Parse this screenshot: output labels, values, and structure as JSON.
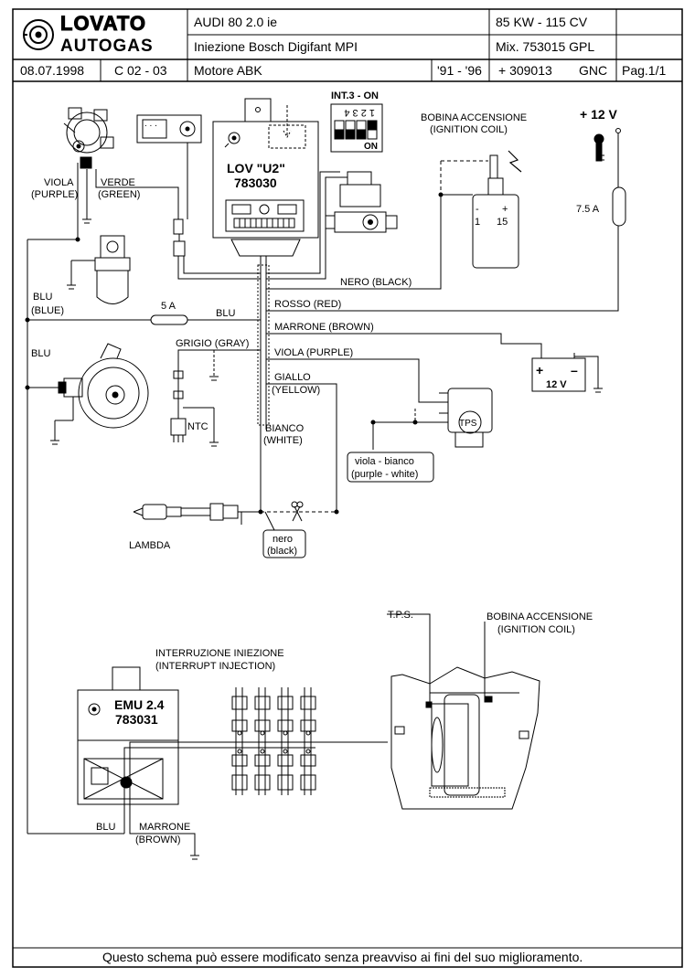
{
  "header": {
    "brand_line1": "LOVATO",
    "brand_line2": "AUTOGAS",
    "car": "AUDI 80  2.0  ie",
    "injection": "Iniezione Bosch Digifant    MPI",
    "engine": "Motore   ABK",
    "power": "85 KW - 115 CV",
    "mix": "Mix. 753015 GPL",
    "date": "08.07.1998",
    "code": "C 02 - 03",
    "years": "'91 - '96",
    "part": "+ 309013",
    "kit": "GNC",
    "page": "Pag.1/1"
  },
  "components": {
    "ecu_name": "LOV \"U2\"",
    "ecu_code": "783030",
    "dip_title": "INT.3 - ON",
    "dip_numbers": "1 2 3 4",
    "dip_on": "ON",
    "coil_title": "BOBINA ACCENSIONE",
    "coil_title_en": "(IGNITION COIL)",
    "coil_t1": "1",
    "coil_t15": "15",
    "coil_minus": "-",
    "coil_plus": "+",
    "plus12": "+ 12 V",
    "fuse_75": "7.5 A",
    "fuse_5": "5 A",
    "battery_v": "12 V",
    "battery_plus": "+",
    "battery_minus": "–",
    "tps": "TPS",
    "ntc": "NTC",
    "lambda": "LAMBDA",
    "emu_name": "EMU 2.4",
    "emu_code": "783031",
    "interrupt": "INTERRUZIONE INIEZIONE",
    "interrupt_en": "(INTERRUPT INJECTION)",
    "tps_short": "T.P.S.",
    "coil2_title": "BOBINA ACCENSIONE",
    "coil2_title_en": "(IGNITION COIL)"
  },
  "wires": {
    "viola": "VIOLA",
    "viola_en": "(PURPLE)",
    "verde": "VERDE",
    "verde_en": "(GREEN)",
    "blu_it": "BLU",
    "blu_en": "(BLUE)",
    "blu": "BLU",
    "blu_mid": "BLU",
    "nero": "NERO (BLACK)",
    "rosso": "ROSSO (RED)",
    "marrone": "MARRONE (BROWN)",
    "grigio": "GRIGIO (GRAY)",
    "viola2": "VIOLA (PURPLE)",
    "giallo": "GIALLO",
    "giallo_en": "(YELLOW)",
    "bianco": "BIANCO",
    "bianco_en": "(WHITE)",
    "viola_bianco": "viola - bianco",
    "viola_bianco_en": "(purple - white)",
    "nero_small": "nero",
    "nero_small_en": "(black)",
    "blu_bottom": "BLU",
    "marrone_bottom": "MARRONE",
    "marrone_bottom_en": "(BROWN)"
  },
  "footer": "Questo schema può essere modificato senza preavviso ai fini del suo miglioramento."
}
